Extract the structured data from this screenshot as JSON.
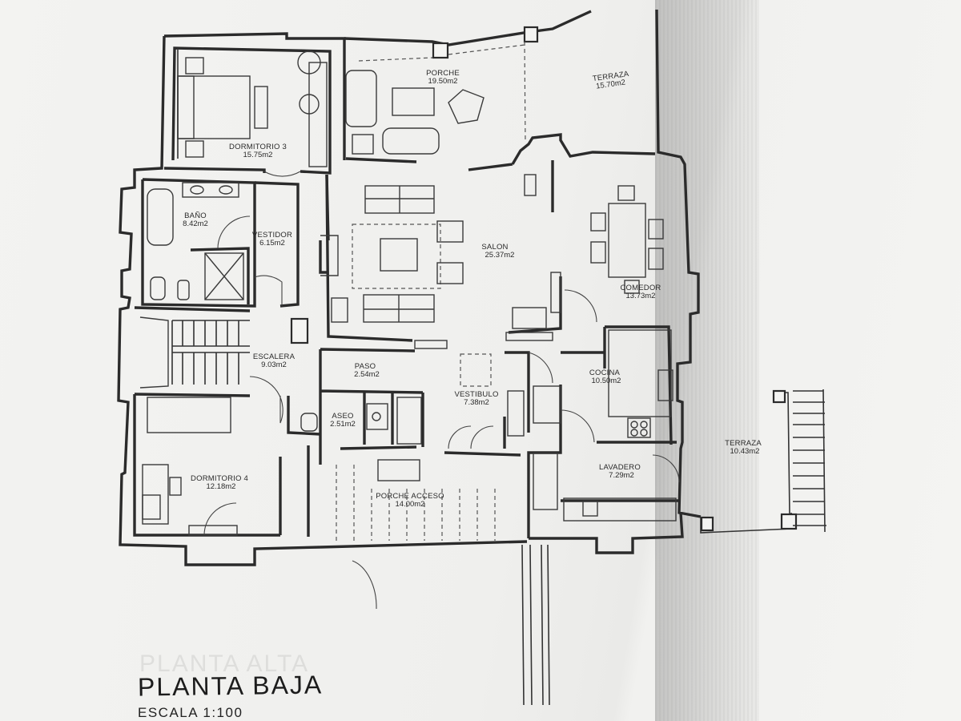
{
  "plan": {
    "title": "PLANTA BAJA",
    "scale": "ESCALA 1:100",
    "ghost_title": "PLANTA ALTA"
  },
  "rooms": {
    "porche": {
      "name": "PORCHE",
      "area": "19.50m2"
    },
    "terraza_top": {
      "name": "TERRAZA",
      "area": "15.70m2"
    },
    "dormitorio3": {
      "name": "DORMITORIO 3",
      "area": "15.75m2"
    },
    "bano": {
      "name": "BAÑO",
      "area": "8.42m2"
    },
    "vestidor": {
      "name": "VESTIDOR",
      "area": "6.15m2"
    },
    "salon": {
      "name": "SALON",
      "area": "25.37m2"
    },
    "comedor": {
      "name": "COMEDOR",
      "area": "13.73m2"
    },
    "escalera": {
      "name": "ESCALERA",
      "area": "9.03m2"
    },
    "paso": {
      "name": "PASO",
      "area": "2.54m2"
    },
    "cocina": {
      "name": "COCINA",
      "area": "10.50m2"
    },
    "aseo": {
      "name": "ASEO",
      "area": "2.51m2"
    },
    "vestibulo": {
      "name": "VESTIBULO",
      "area": "7.38m2"
    },
    "terraza_right": {
      "name": "TERRAZA",
      "area": "10.43m2"
    },
    "dormitorio4": {
      "name": "DORMITORIO 4",
      "area": "12.18m2"
    },
    "lavadero": {
      "name": "LAVADERO",
      "area": "7.29m2"
    },
    "porche_acceso": {
      "name": "PORCHE ACCESO",
      "area": "14.00m2"
    }
  },
  "colors": {
    "ink": "#2b2b2b",
    "paper": "#f3f3f1"
  }
}
